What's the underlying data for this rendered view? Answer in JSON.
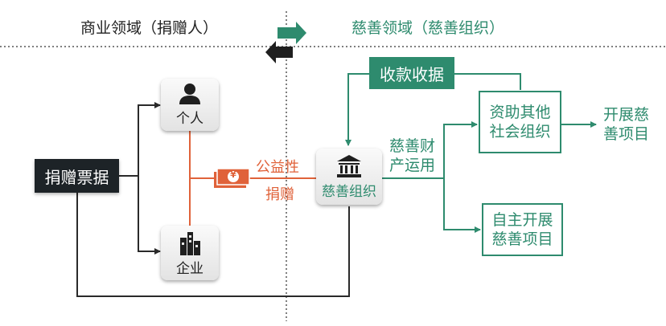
{
  "headers": {
    "business_domain": "商业领域（捐赠人）",
    "charity_domain": "慈善领域（慈善组织）"
  },
  "nodes": {
    "individual": "个人",
    "enterprise": "企业",
    "charity_org": "慈善组织",
    "receipt": "捐赠票据",
    "collection_receipt": "收款收据",
    "fund_other_line1": "资助其他",
    "fund_other_line2": "社会组织",
    "self_project_line1": "自主开展",
    "self_project_line2": "慈善项目",
    "carry_out_line1": "开展慈",
    "carry_out_line2": "善项目"
  },
  "edge_labels": {
    "public_welfare": "公益性",
    "donation": "捐赠",
    "assets_line1": "慈善财",
    "assets_line2": "产运用",
    "money_symbol": "¥"
  },
  "colors": {
    "green": "#2e8b6e",
    "orange": "#e0623a",
    "dark": "#1d2327"
  },
  "icons": [
    "person-icon",
    "factory-icon",
    "bank-icon",
    "money-icon",
    "arrow-right-icon",
    "arrow-left-icon"
  ]
}
